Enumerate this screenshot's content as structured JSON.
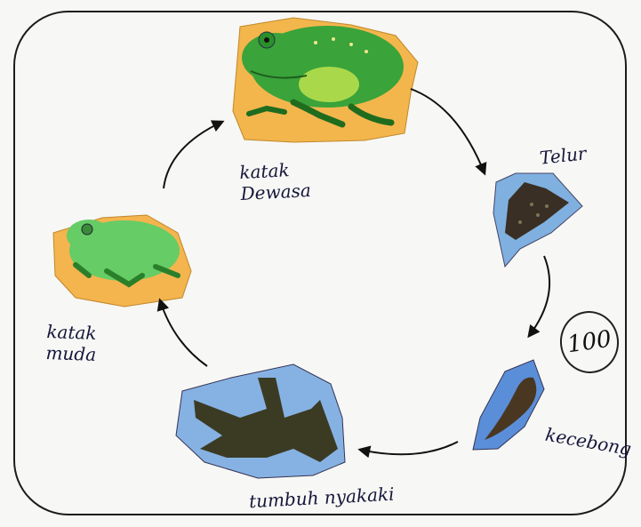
{
  "stages": {
    "adult": "katak\nDewasa",
    "egg": "Telur",
    "tadpole": "kecebong",
    "legs": "tumbuh nyakaki",
    "young": "katak\nmuda"
  },
  "score": "100",
  "colors": {
    "cutout_orange": "#f5b84c",
    "cutout_blue": "#79a9dc",
    "frog_green": "#3aa33a",
    "frog_light": "#66cc66",
    "silhouette": "#3b3b24",
    "ink": "#15163a"
  }
}
